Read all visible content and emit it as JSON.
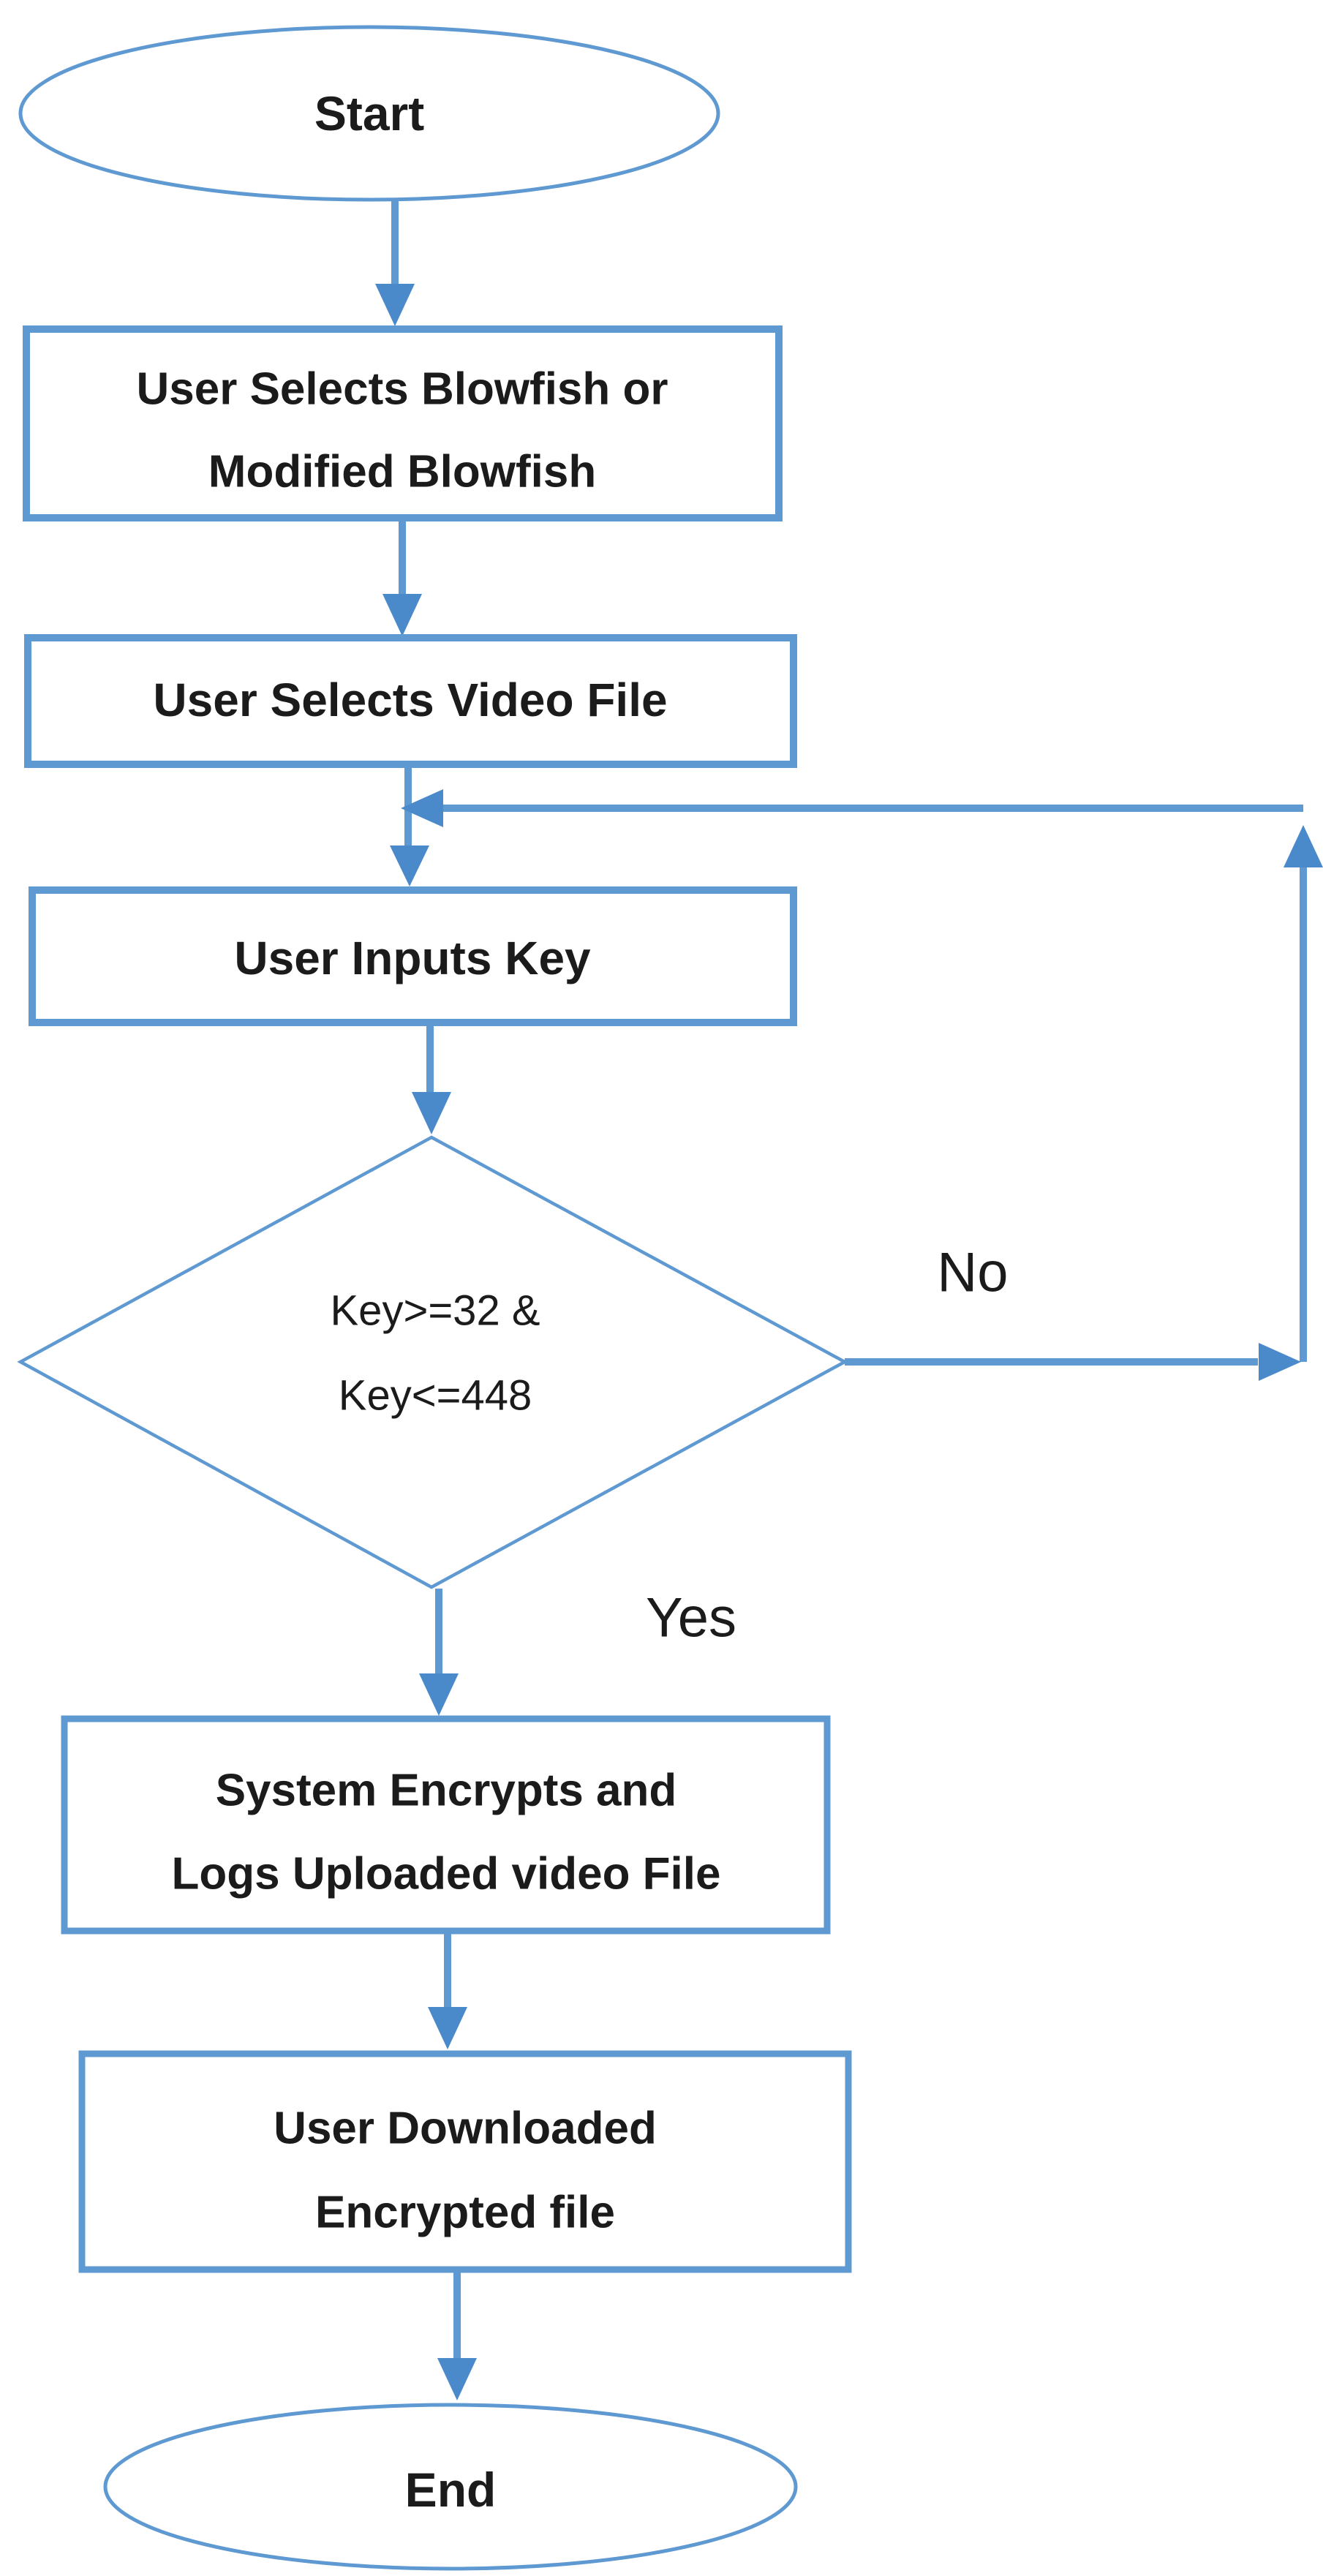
{
  "diagram": {
    "type": "flowchart",
    "background": "#ffffff",
    "colors": {
      "line": "#5f99d2",
      "arrow": "#4a8acb",
      "text": "#1b1b1b",
      "shape_fill": "#ffffff"
    },
    "nodes": {
      "start": {
        "shape": "terminator",
        "label": "Start"
      },
      "select_algorithm": {
        "shape": "process",
        "line1": "User Selects Blowfish or",
        "line2": "Modified Blowfish"
      },
      "select_video": {
        "shape": "process",
        "label": "User Selects Video File"
      },
      "input_key": {
        "shape": "process",
        "label": "User Inputs Key"
      },
      "key_range_check": {
        "shape": "decision",
        "line1": "Key>=32 &",
        "line2": "Key<=448"
      },
      "encrypt_and_log": {
        "shape": "process",
        "line1": "System Encrypts and",
        "line2": "Logs Uploaded video File"
      },
      "download_encrypted": {
        "shape": "process",
        "line1": "User Downloaded",
        "line2": "Encrypted file"
      },
      "end": {
        "shape": "terminator",
        "label": "End"
      }
    },
    "edge_labels": {
      "no": "No",
      "yes": "Yes"
    },
    "edges": [
      {
        "from": "start",
        "to": "select_algorithm"
      },
      {
        "from": "select_algorithm",
        "to": "select_video"
      },
      {
        "from": "select_video",
        "to": "input_key"
      },
      {
        "from": "input_key",
        "to": "key_range_check"
      },
      {
        "from": "key_range_check",
        "to": "input_key",
        "label": "No",
        "route": "right-side-loop"
      },
      {
        "from": "key_range_check",
        "to": "encrypt_and_log",
        "label": "Yes"
      },
      {
        "from": "encrypt_and_log",
        "to": "download_encrypted"
      },
      {
        "from": "download_encrypted",
        "to": "end"
      }
    ]
  }
}
